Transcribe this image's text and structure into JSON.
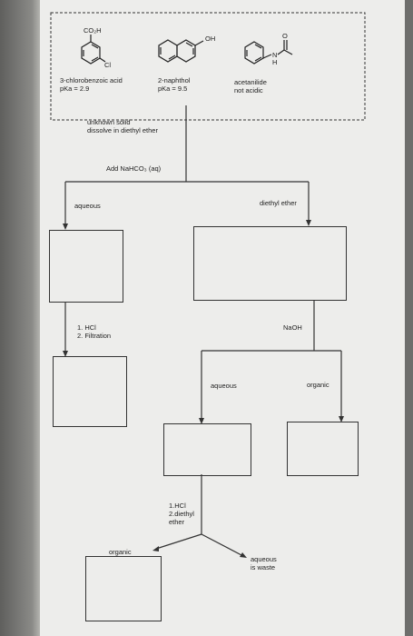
{
  "compounds": [
    {
      "id": "chlorobenzoic",
      "name": "3-chlorobenzoic acid",
      "pka": "pKa = 2.9",
      "groups": [
        "CO₂H",
        "Cl"
      ]
    },
    {
      "id": "naphthol",
      "name": "2-naphthol",
      "pka": "pKa = 9.5",
      "groups": [
        "OH"
      ]
    },
    {
      "id": "acetanilide",
      "name": "acetanilide",
      "pka": "not acidic",
      "groups": [
        "N",
        "H",
        "O"
      ]
    }
  ],
  "steps": {
    "start": [
      "unknown solid",
      "dissolve in diethyl ether"
    ],
    "reagent1": "Add NaHCO₃ (aq)",
    "branch1_left": "aqueous",
    "branch1_right": "diethyl ether",
    "acidify1": [
      "1. HCl",
      "2. Filtration"
    ],
    "reagent2": "NaOH",
    "branch2_left": "aqueous",
    "branch2_right": "organic",
    "acidify2": [
      "1.HCl",
      "2.diethyl",
      "ether"
    ],
    "branch3_left": "organic",
    "branch3_right": [
      "aqueous",
      "is waste"
    ]
  }
}
